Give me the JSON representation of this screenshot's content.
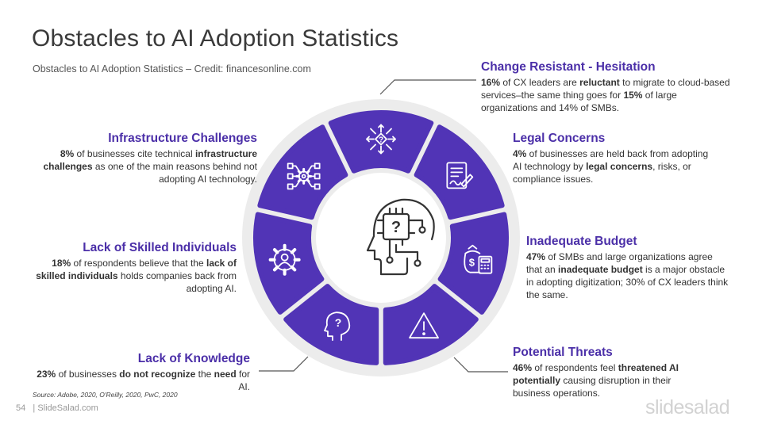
{
  "slide": {
    "title": "Obstacles to AI Adoption Statistics",
    "subtitle": "Obstacles to AI Adoption Statistics – Credit: financesonline.com",
    "source": "Source: Adobe, 2020, O'Reilly, 2020, PwC, 2020",
    "page_number": "54",
    "page_site": "| SlideSalad.com",
    "brand": "slidesalad"
  },
  "colors": {
    "accent": "#4b2fa8",
    "segment": "#5134b6",
    "ring": "#ececec",
    "connector": "#555555"
  },
  "obstacles": {
    "change": {
      "heading": "Change Resistant - Hesitation",
      "icon": "decision-arrows-icon",
      "parts": [
        {
          "t": "16%",
          "b": true
        },
        {
          "t": " of CX leaders are ",
          "b": false
        },
        {
          "t": "reluctant",
          "b": true
        },
        {
          "t": " to migrate to cloud-based services–the same thing goes for ",
          "b": false
        },
        {
          "t": "15%",
          "b": true
        },
        {
          "t": " of large organizations  and 14% of SMBs.",
          "b": false
        }
      ]
    },
    "legal": {
      "heading": "Legal Concerns",
      "icon": "contract-signature-icon",
      "parts": [
        {
          "t": "4%",
          "b": true
        },
        {
          "t": " of businesses are held back from adopting AI technology by ",
          "b": false
        },
        {
          "t": "legal concerns",
          "b": true
        },
        {
          "t": ", risks, or compliance  issues.",
          "b": false
        }
      ]
    },
    "budget": {
      "heading": "Inadequate Budget",
      "icon": "money-bag-calculator-icon",
      "parts": [
        {
          "t": "47%",
          "b": true
        },
        {
          "t": " of SMBs and large organizations agree that an ",
          "b": false
        },
        {
          "t": "inadequate budget",
          "b": true
        },
        {
          "t": " is a major obstacle in adopting digitization; 30% of CX leaders think the same.",
          "b": false
        }
      ]
    },
    "threats": {
      "heading": "Potential Threats",
      "icon": "warning-triangle-icon",
      "parts": [
        {
          "t": "46%",
          "b": true
        },
        {
          "t": " of respondents  feel ",
          "b": false
        },
        {
          "t": "threatened AI potentially",
          "b": true
        },
        {
          "t": " causing disruption  in their business operations.",
          "b": false
        }
      ]
    },
    "knowledge": {
      "heading": "Lack of Knowledge",
      "icon": "head-question-icon",
      "parts": [
        {
          "t": "23%",
          "b": true
        },
        {
          "t": " of businesses ",
          "b": false
        },
        {
          "t": "do not recognize",
          "b": true
        },
        {
          "t": " the ",
          "b": false
        },
        {
          "t": "need",
          "b": true
        },
        {
          "t": " for AI.",
          "b": false
        }
      ]
    },
    "skilled": {
      "heading": "Lack of Skilled Individuals",
      "icon": "gear-person-icon",
      "parts": [
        {
          "t": "18%",
          "b": true
        },
        {
          "t": " of respondents  believe that the ",
          "b": false
        },
        {
          "t": "lack of skilled individuals",
          "b": true
        },
        {
          "t": " holds companies back from adopting AI.",
          "b": false
        }
      ]
    },
    "infra": {
      "heading": "Infrastructure Challenges",
      "icon": "circuit-gear-icon",
      "parts": [
        {
          "t": "8%",
          "b": true
        },
        {
          "t": " of businesses cite technical ",
          "b": false
        },
        {
          "t": "infrastructure challenges",
          "b": true
        },
        {
          "t": " as one of the main reasons behind not adopting AI technology.",
          "b": false
        }
      ]
    }
  },
  "center": {
    "icon": "ai-head-chip-question-icon",
    "glyph": "?"
  },
  "segments_order": [
    "change",
    "legal",
    "budget",
    "threats",
    "knowledge",
    "skilled",
    "infra"
  ]
}
